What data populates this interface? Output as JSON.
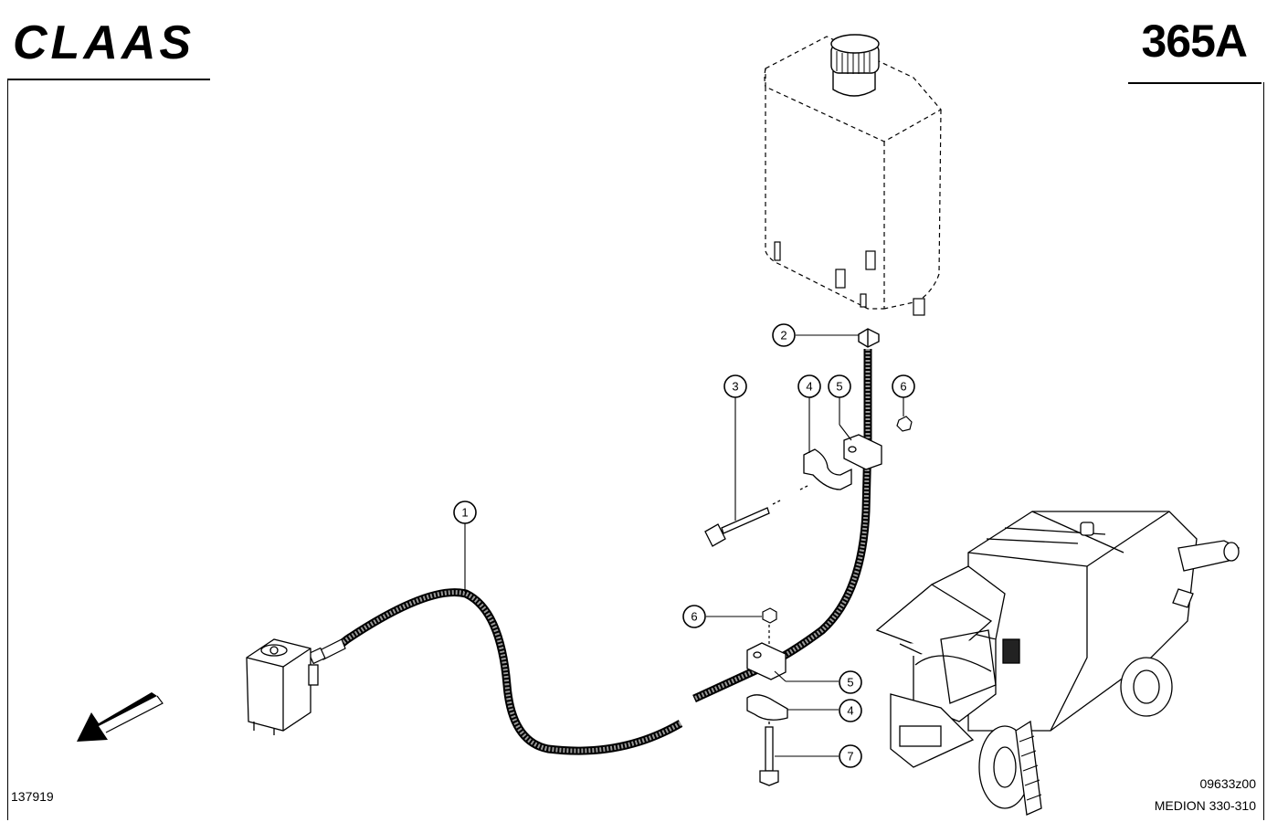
{
  "header": {
    "brand": "CLAAS",
    "page_number": "365A"
  },
  "footer": {
    "image_number": "137919",
    "drawing_code": "09633z00",
    "model": "MEDION 330-310"
  },
  "callouts": [
    "1",
    "2",
    "3",
    "4",
    "5",
    "6",
    "5",
    "4",
    "6",
    "7"
  ],
  "colors": {
    "ink": "#000000",
    "paper": "#ffffff"
  },
  "icons": [
    "front-direction-arrow-icon",
    "combine-harvester-icon",
    "steering-unit-icon",
    "oil-tank-icon"
  ]
}
